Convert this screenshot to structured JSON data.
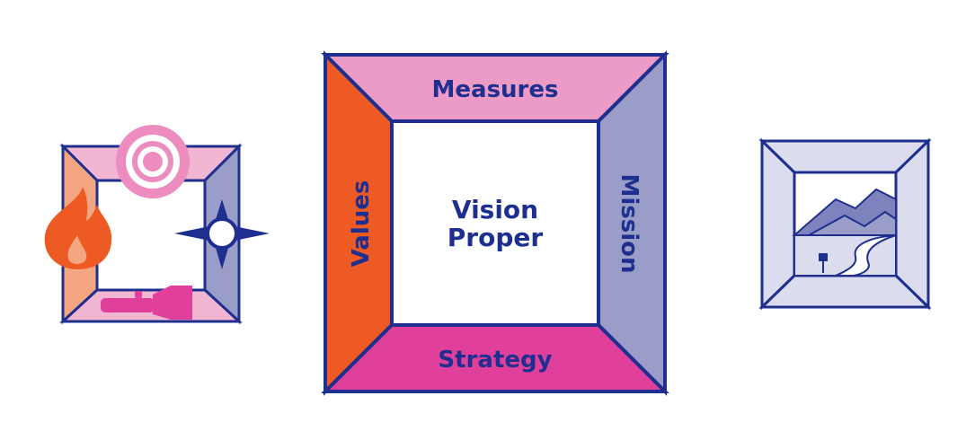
{
  "diagram": {
    "center_frame": {
      "top_label": "Measures",
      "left_label": "Values",
      "right_label": "Mission",
      "bottom_label": "Strategy",
      "center_line1": "Vision",
      "center_line2": "Proper"
    },
    "colors": {
      "outline": "#1f2f8f",
      "measures": "#ec9bc6",
      "values": "#ee5a24",
      "mission": "#9a9dc8",
      "strategy": "#e0409c",
      "small_left_top": "#f2b6d2",
      "small_left_left": "#f4a680",
      "small_left_right": "#9a9dc8",
      "small_left_bottom": "#f2b6d2",
      "target": "#ec8cbf",
      "flame": "#ee5a24",
      "compass": "#1f2f8f",
      "flashlight": "#e0409c",
      "right_frame_fill": "#dcdcef",
      "landscape": "#7f83bd"
    },
    "icons": [
      "target-icon",
      "flame-icon",
      "compass-star-icon",
      "flashlight-icon",
      "landscape-icon"
    ]
  }
}
